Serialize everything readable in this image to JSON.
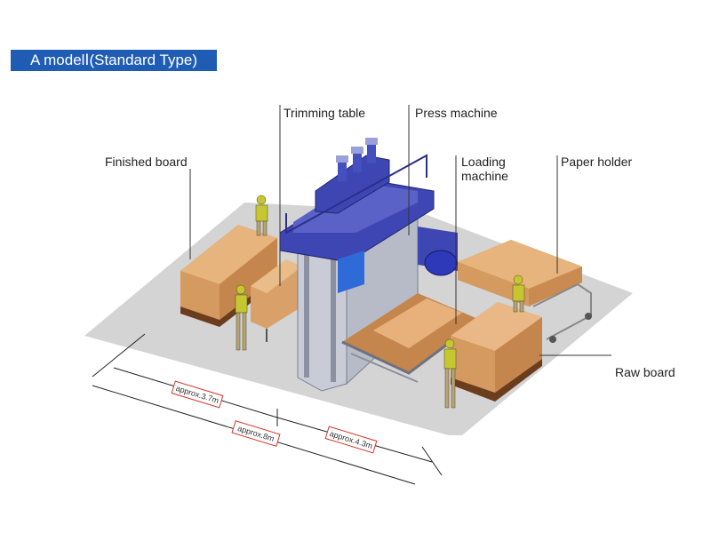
{
  "title": "A modelⅠ(Standard Type)",
  "labels": {
    "finished_board": "Finished board",
    "trimming_table": "Trimming table",
    "press_machine": "Press machine",
    "loading_machine_line1": "Loading",
    "loading_machine_line2": "machine",
    "paper_holder": "Paper holder",
    "raw_board": "Raw board"
  },
  "dimensions": {
    "left": "approx.3.7m",
    "total": "approx.8m",
    "right": "approx.4.3m"
  },
  "colors": {
    "title_bg": "#1f5db5",
    "floor": "#d4d4d4",
    "board": "#d9a06a",
    "press_blue": "#3e46b4",
    "press_gray": "#c9ccd6",
    "dimension_red": "#d9342b"
  }
}
